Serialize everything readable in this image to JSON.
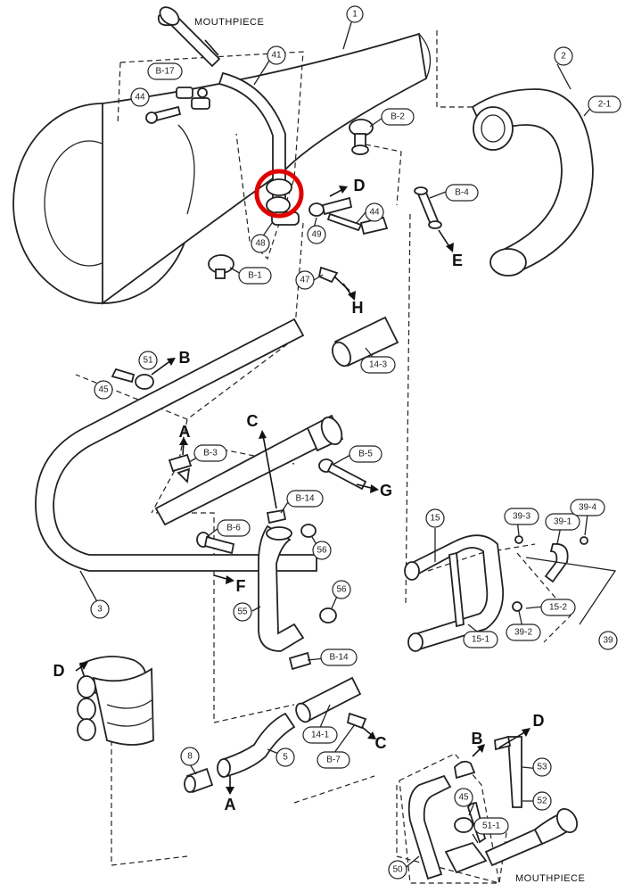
{
  "labels": {
    "mouthpiece_top": "MOUTHPIECE",
    "mouthpiece_bottom": "MOUTHPIECE"
  },
  "part_callouts": [
    {
      "id": "1"
    },
    {
      "id": "41"
    },
    {
      "id": "B-17"
    },
    {
      "id": "44a",
      "text": "44"
    },
    {
      "id": "B-2"
    },
    {
      "id": "2"
    },
    {
      "id": "2-1"
    },
    {
      "id": "48"
    },
    {
      "id": "49"
    },
    {
      "id": "44b",
      "text": "44"
    },
    {
      "id": "B-4"
    },
    {
      "id": "B-1"
    },
    {
      "id": "47"
    },
    {
      "id": "14-3"
    },
    {
      "id": "51a",
      "text": "51"
    },
    {
      "id": "45a",
      "text": "45"
    },
    {
      "id": "B-3"
    },
    {
      "id": "B-5"
    },
    {
      "id": "B-14a",
      "text": "B-14"
    },
    {
      "id": "B-6"
    },
    {
      "id": "56a",
      "text": "56"
    },
    {
      "id": "56b",
      "text": "56"
    },
    {
      "id": "55"
    },
    {
      "id": "15"
    },
    {
      "id": "39-3"
    },
    {
      "id": "39-1"
    },
    {
      "id": "39-4"
    },
    {
      "id": "15-2"
    },
    {
      "id": "39-2"
    },
    {
      "id": "15-1"
    },
    {
      "id": "39"
    },
    {
      "id": "3"
    },
    {
      "id": "B-14b",
      "text": "B-14"
    },
    {
      "id": "14-1"
    },
    {
      "id": "B-7"
    },
    {
      "id": "8"
    },
    {
      "id": "5"
    },
    {
      "id": "53"
    },
    {
      "id": "45b",
      "text": "45"
    },
    {
      "id": "52"
    },
    {
      "id": "51-1"
    },
    {
      "id": "50"
    }
  ],
  "connector_letters": [
    {
      "id": "D1",
      "text": "D"
    },
    {
      "id": "E1",
      "text": "E"
    },
    {
      "id": "H1",
      "text": "H"
    },
    {
      "id": "B1",
      "text": "B"
    },
    {
      "id": "C1",
      "text": "C"
    },
    {
      "id": "A1",
      "text": "A"
    },
    {
      "id": "G1",
      "text": "G"
    },
    {
      "id": "F1",
      "text": "F"
    },
    {
      "id": "D2",
      "text": "D"
    },
    {
      "id": "C2",
      "text": "C"
    },
    {
      "id": "A2",
      "text": "A"
    },
    {
      "id": "B2",
      "text": "B"
    },
    {
      "id": "D3",
      "text": "D"
    }
  ],
  "highlight_color": "#e00000"
}
